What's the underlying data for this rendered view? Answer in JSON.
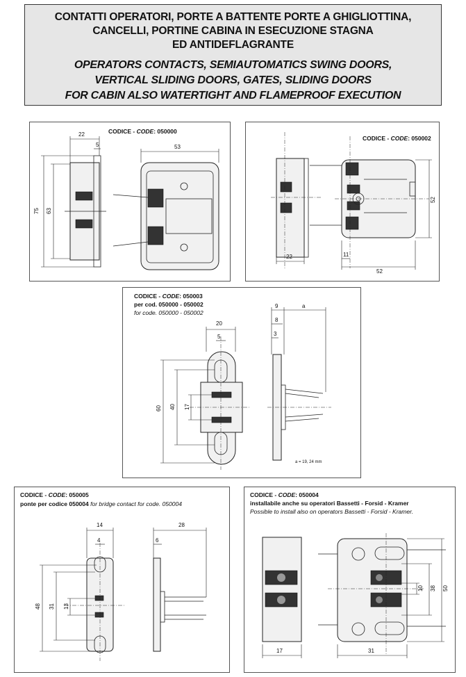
{
  "header": {
    "it_line1": "CONTATTI OPERATORI, PORTE A BATTENTE PORTE A GHIGLIOTTINA,",
    "it_line2": "CANCELLI, PORTINE CABINA IN ESECUZIONE STAGNA",
    "it_line3": "ED ANTIDEFLAGRANTE",
    "en_line1": "OPERATORS CONTACTS, SEMIAUTOMATICS SWING DOORS,",
    "en_line2": "VERTICAL SLIDING DOORS, GATES, SLIDING DOORS",
    "en_line3": "FOR CABIN ALSO WATERTIGHT AND FLAMEPROOF EXECUTION"
  },
  "labels": {
    "codice": "CODICE - ",
    "code": "CODE",
    "colon": ": "
  },
  "panels": [
    {
      "code_number": "050000",
      "dims": [
        "22",
        "5",
        "53",
        "75",
        "63"
      ]
    },
    {
      "code_number": "050002",
      "dims": [
        "52",
        "22",
        "11",
        "52"
      ]
    },
    {
      "code_number": "050003",
      "line2": "per cod. 050000 - 050002",
      "line3": "for code. 050000 - 050002",
      "dims": [
        "20",
        "5",
        "60",
        "40",
        "17",
        "a",
        "9",
        "8",
        "3"
      ],
      "note": "a = 19, 24 mm"
    },
    {
      "code_number": "050005",
      "line2_bold": "ponte per codice 050004",
      "line2_italic": " for bridge contact for code. 050004",
      "dims": [
        "14",
        "4",
        "28",
        "6",
        "48",
        "31",
        "13"
      ]
    },
    {
      "code_number": "050004",
      "line2": "installabile anche  su operatori Bassetti - Forsid - Kramer",
      "line3": "Possible to install  also on operators Bassetti - Forsid - Kramer.",
      "dims": [
        "10",
        "38",
        "50",
        "17",
        "31"
      ]
    }
  ]
}
